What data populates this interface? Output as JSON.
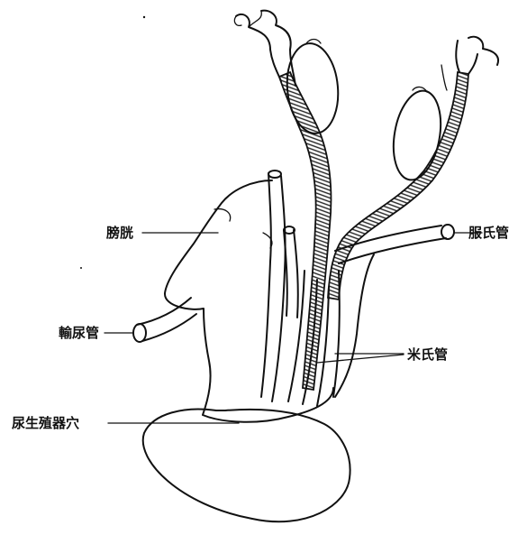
{
  "labels": {
    "bladder": "膀胱",
    "wolffian_duct": "服氏管",
    "ureter": "輸尿管",
    "mullerian_duct": "米氏管",
    "urogenital_opening": "尿生殖器穴"
  }
}
